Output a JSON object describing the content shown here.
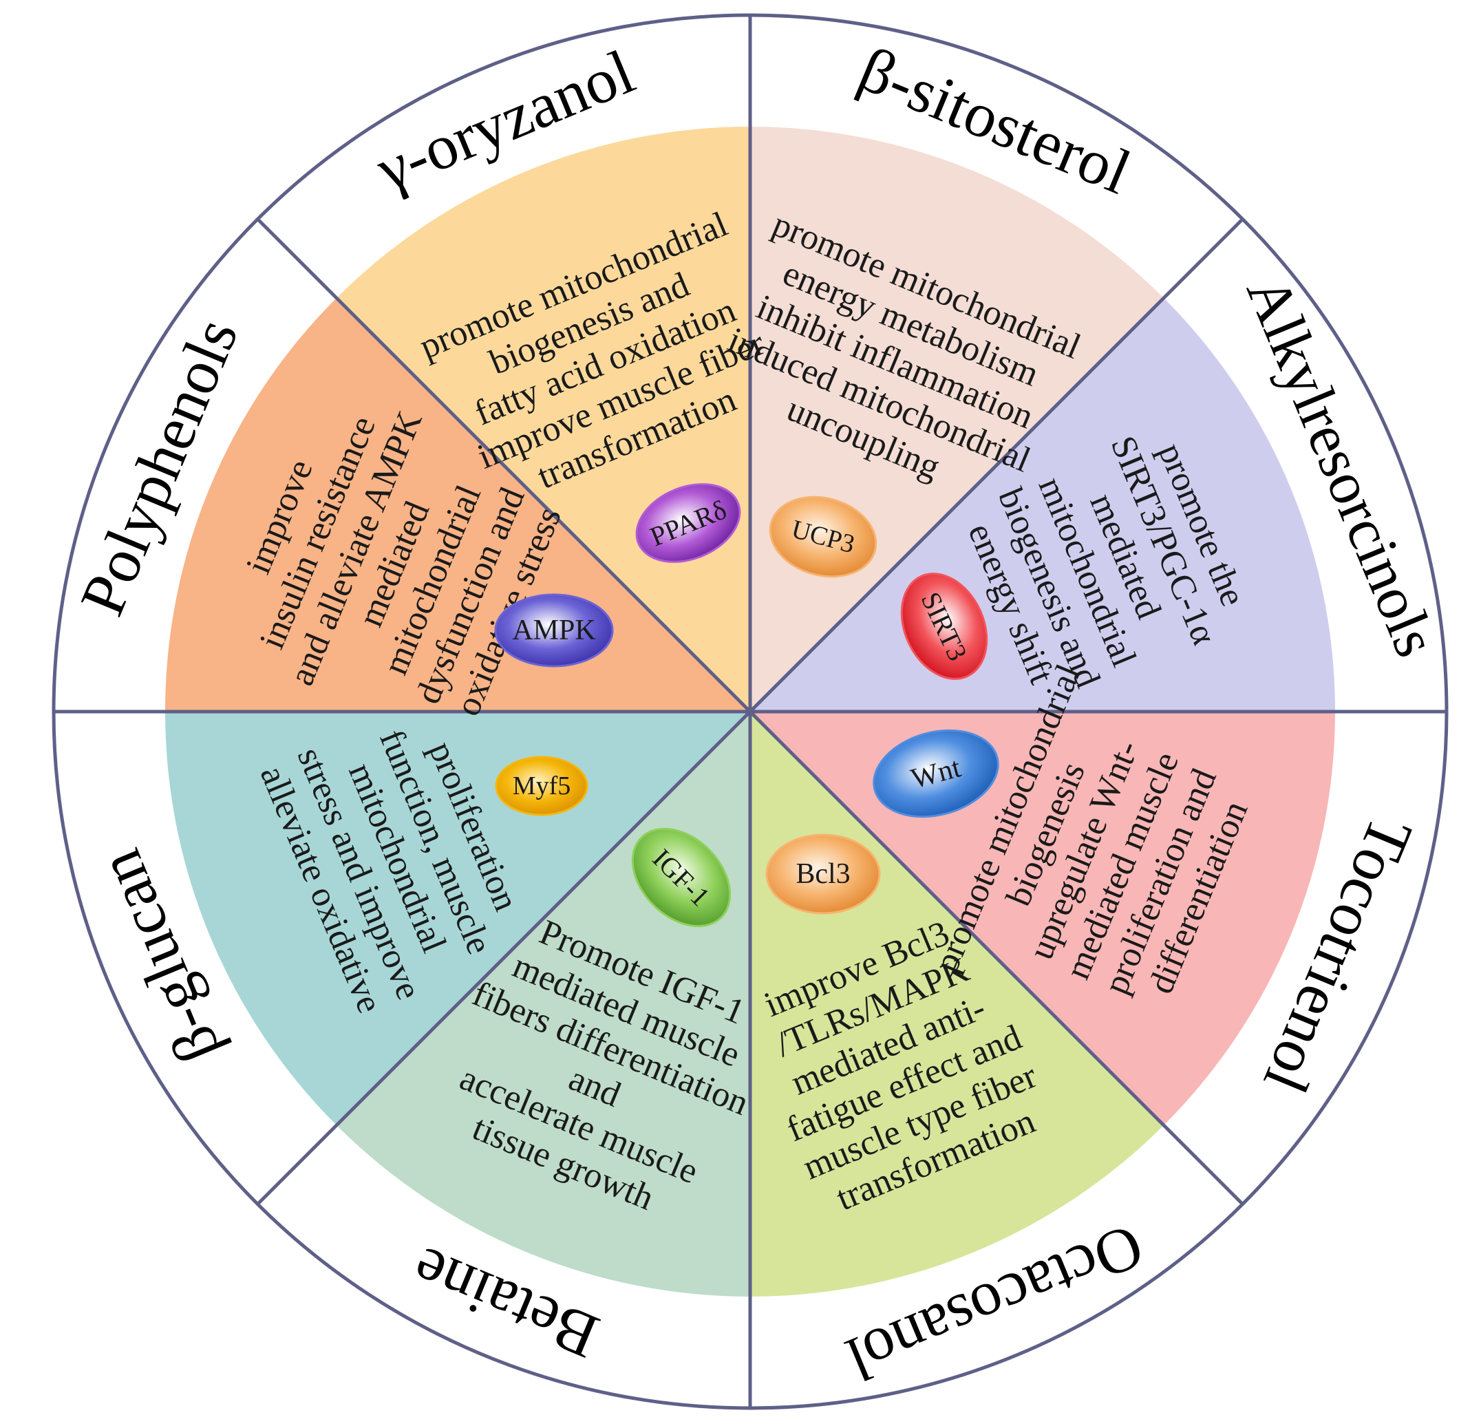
{
  "diagram": {
    "segments": [
      {
        "title": "γ-oryzanol",
        "description": [
          "promote mitochondrial",
          "biogenesis and",
          "fatty acid oxidation",
          "improve muscle fiber",
          "transformation"
        ],
        "badge": "PPARδ",
        "fill_color": "#fcd99b",
        "badge_colors": [
          "#ffffff",
          "#b25bd6",
          "#6b1f9e"
        ]
      },
      {
        "title": "β-sitosterol",
        "description": [
          "promote mitochondrial",
          "energy metabolism",
          "inhibit inflammation",
          "induced mitochondrial",
          "uncoupling"
        ],
        "badge": "UCP3",
        "fill_color": "#f3ddd5",
        "badge_colors": [
          "#fff4e8",
          "#f7b46f",
          "#e2872f"
        ]
      },
      {
        "title": "Alkylresorcinols",
        "description": [
          "promote the",
          "SIRT3/PGC-1α",
          "mediated",
          "mitochondrial",
          "biogenesis and",
          "energy shift"
        ],
        "badge": "SIRT3",
        "fill_color": "#cfcdee",
        "badge_colors": [
          "#ffffff",
          "#f2545a",
          "#d10f1d"
        ]
      },
      {
        "title": "Tocotrienol",
        "description": [
          "promote mitochondrial",
          "biogenesis",
          "upregulate Wnt-",
          "mediated muscle",
          "proliferation and",
          "differentiation"
        ],
        "badge": "Wnt",
        "fill_color": "#f9b6b6",
        "badge_colors": [
          "#ffffff",
          "#4f8ee0",
          "#1a5bb5"
        ]
      },
      {
        "title": "Octacosanol",
        "description": [
          "improve Bcl3",
          "/TLRs/MAPK",
          "mediated anti-",
          "fatigue effect and",
          "muscle type fiber",
          "transformation"
        ],
        "badge": "Bcl3",
        "fill_color": "#d6e59a",
        "badge_colors": [
          "#fff4e8",
          "#f7b46f",
          "#e2872f"
        ]
      },
      {
        "title": "Betaine",
        "description": [
          "Promote IGF-1",
          "mediated muscle",
          "fibers differentiation",
          "and",
          "accelerate   muscle",
          "tissue growth"
        ],
        "badge": "IGF-1",
        "fill_color": "#bedcc9",
        "badge_colors": [
          "#f2fbe6",
          "#8fd05a",
          "#4f9a2a"
        ]
      },
      {
        "title": "β-glucan",
        "description": [
          "proliferation",
          "function, muscle",
          "mitochondrial",
          "stress and improve",
          "alleviate oxidative"
        ],
        "badge": "Myf5",
        "fill_color": "#a8d6d6",
        "badge_colors": [
          "#fff3c4",
          "#f5b60a",
          "#d98f00"
        ]
      },
      {
        "title": "Polyphenols",
        "description": [
          "improve",
          "insulin resistance",
          "and alleviate AMPK",
          "mediated",
          "mitochondrial",
          "dysfunction and",
          "oxidative stress"
        ],
        "badge": "AMPK",
        "fill_color": "#f8b386",
        "badge_colors": [
          "#ffffff",
          "#6b63d6",
          "#3a2fa8"
        ]
      }
    ],
    "line_color": "#5e6088"
  }
}
